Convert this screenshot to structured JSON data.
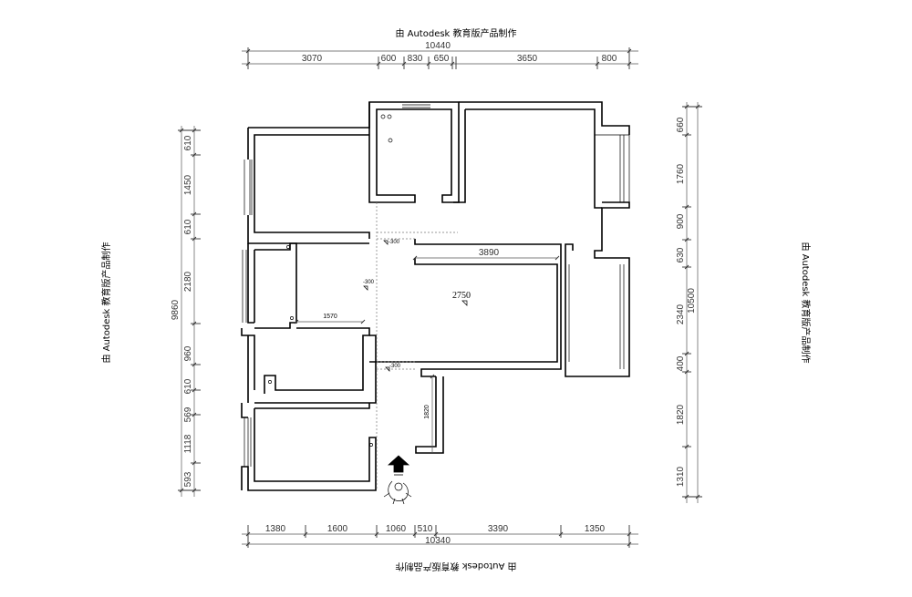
{
  "watermark": {
    "top": "由 Autodesk 教育版产品制作",
    "bottom": "由 Autodesk 教育版产品制作",
    "left": "由 Autodesk 教育版产品制作",
    "right": "由 Autodesk 教育版产品制作"
  },
  "dimensions": {
    "top_total": "10440",
    "top_segments": [
      "3070",
      "600",
      "830",
      "650",
      "3650",
      "800"
    ],
    "bottom_total": "10340",
    "bottom_segments": [
      "1380",
      "1600",
      "1060",
      "510",
      "3390",
      "1350"
    ],
    "left_total": "9860",
    "left_segments": [
      "610",
      "1450",
      "610",
      "2180",
      "960",
      "610",
      "569",
      "1118",
      "593"
    ],
    "right_total": "10500",
    "right_segments": [
      "660",
      "1760",
      "900",
      "630",
      "2340",
      "400",
      "1820",
      "1310"
    ]
  },
  "interior_labels": {
    "living_width": "3890",
    "living_ceiling": "2750",
    "hall_width": "1570",
    "entry_depth": "1820",
    "level_a": "-300",
    "level_b": "-300",
    "level_c": "-300"
  }
}
